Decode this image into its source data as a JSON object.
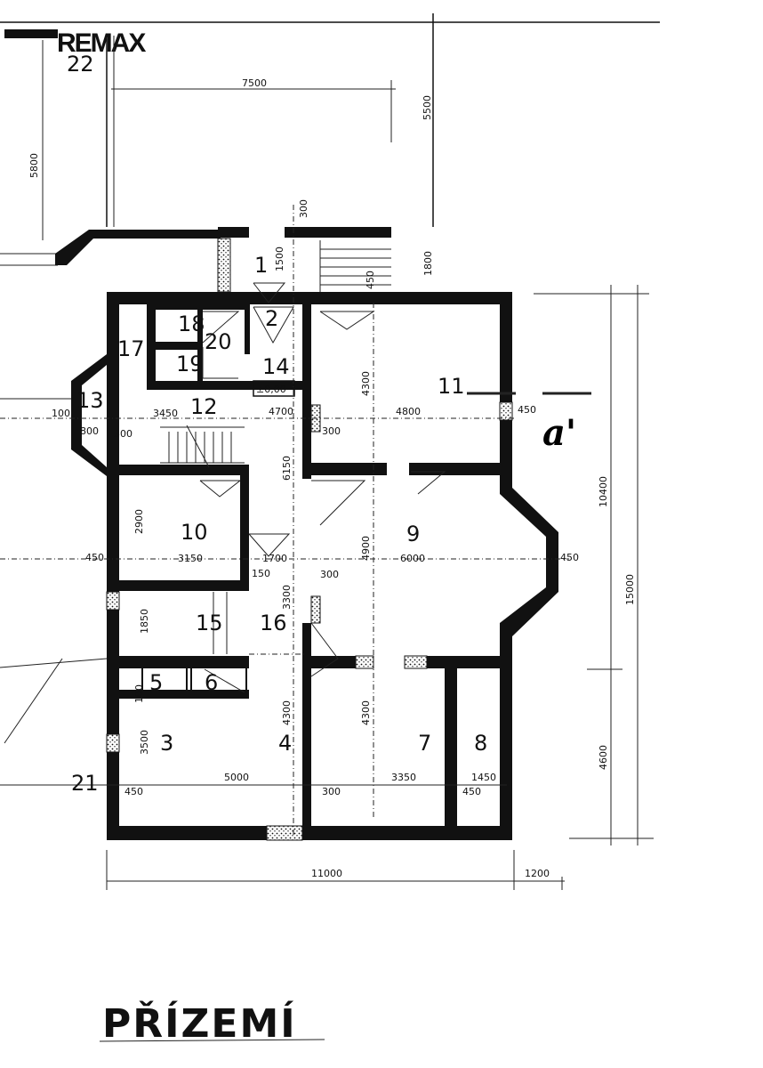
{
  "logo": "REMAX",
  "title": "PŘÍZEMÍ",
  "rooms": [
    "1",
    "2",
    "3",
    "4",
    "5",
    "6",
    "7",
    "8",
    "9",
    "10",
    "11",
    "12",
    "13",
    "14",
    "15",
    "16",
    "17",
    "18",
    "19",
    "20",
    "21",
    "22"
  ],
  "level_mark": "±0,00",
  "dimensions": {
    "top_width": "7500",
    "top_height_right": "5500",
    "top_height_left": "5800",
    "porch_a": "1500",
    "porch_b": "300",
    "porch_c": "450",
    "porch_d": "1800",
    "r11_h": "4300",
    "r11_w": "4800",
    "r14_w": "4700",
    "r12_w": "3450",
    "r13_w": "800",
    "r13_a": "300",
    "r13_b": "100",
    "corr_h": "6150",
    "r10_h": "2900",
    "r10_w": "3150",
    "r16_w": "1700",
    "r16_h": "3300",
    "r9_h": "4900",
    "r9_w": "6000",
    "r15_h": "1850",
    "r3_h": "3500",
    "r3_w": "5000",
    "r4_h": "4300",
    "r7_h": "4300",
    "r7_w": "3350",
    "r8_w": "1450",
    "wall_450": "450",
    "wall_300": "300",
    "wall_150": "150",
    "wall_100": "100",
    "total_w": "11000",
    "bay_w": "1200",
    "total_h": "15000",
    "part_h": "10400",
    "part_h2": "4600",
    "section_mark": "a'"
  }
}
